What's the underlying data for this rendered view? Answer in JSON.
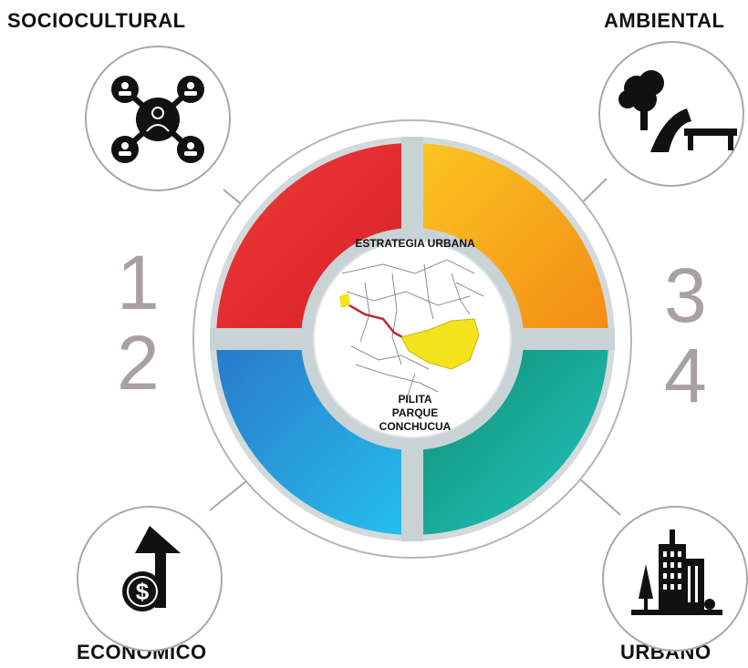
{
  "labels": {
    "sociocultural": "SOCIOCULTURAL",
    "ambiental": "AMBIENTAL",
    "economico": "ECONOMICO",
    "urbano": "URBANO"
  },
  "numbers": {
    "n1": "1",
    "n2": "2",
    "n3": "3",
    "n4": "4"
  },
  "center": {
    "title": "ESTRATEGIA URBANA",
    "line1": "PILITA",
    "line2": "PARQUE",
    "line3": "CONCHUCUA"
  },
  "colors": {
    "red": "#e8262b",
    "orange": "#f7a518",
    "blue": "#1f8ad6",
    "teal": "#18a08a",
    "ring": "#c9d3d6",
    "number": "#a8a0a2",
    "map_highlight": "#f4e21c"
  },
  "icons": {
    "sociocultural": "network-people-icon",
    "ambiental": "tree-road-bench-icon",
    "economico": "dollar-arrow-icon",
    "urbano": "city-buildings-icon"
  }
}
